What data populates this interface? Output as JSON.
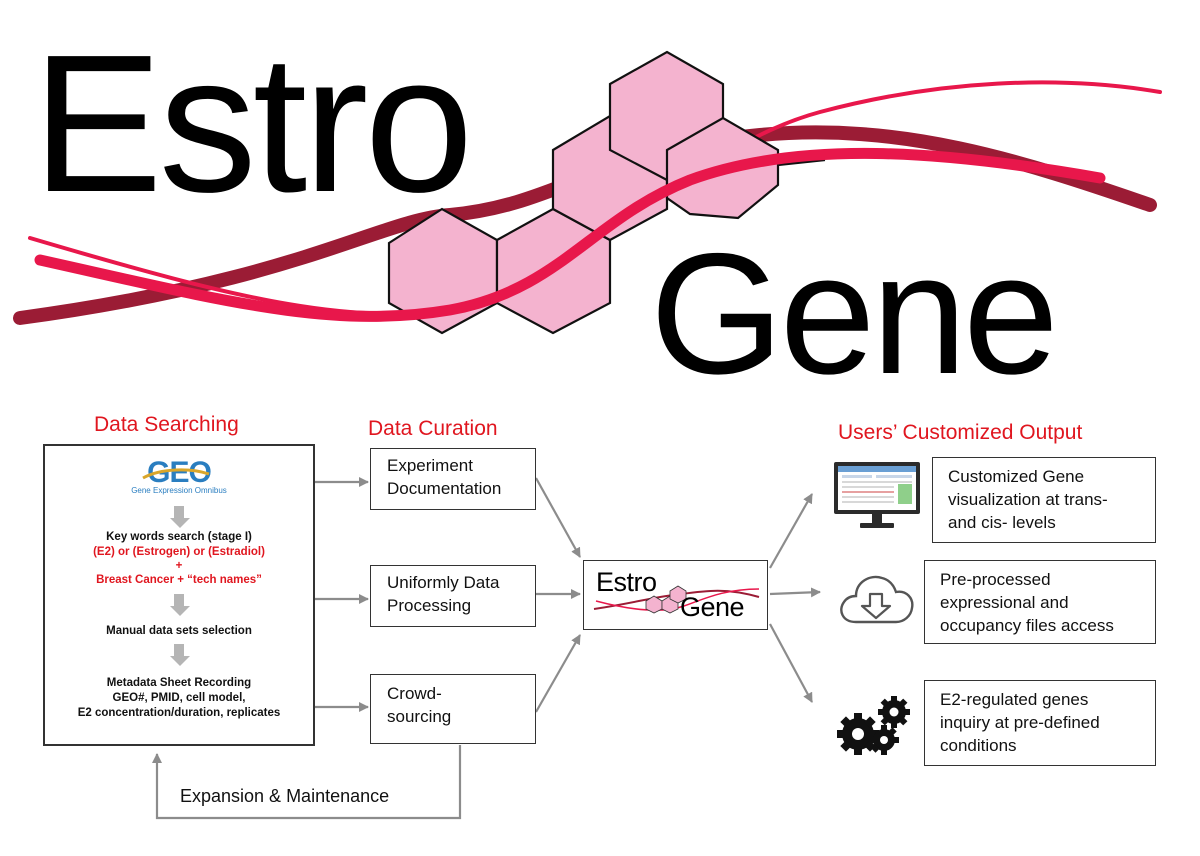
{
  "logo": {
    "word_top": "Estro",
    "word_bottom": "Gene"
  },
  "sections": {
    "searching": "Data Searching",
    "curation": "Data Curation",
    "output": "Users’ Customized Output"
  },
  "geo": {
    "logo_text": "GEO",
    "subtitle": "Gene Expression Omnibus"
  },
  "search_steps": {
    "keywords_title": "Key words search (stage I)",
    "keywords_terms": "(E2) or (Estrogen) or (Estradiol)",
    "plus": "+",
    "keywords_cancer": "Breast Cancer + “tech names”",
    "manual": "Manual data sets selection",
    "metadata_1": "Metadata Sheet Recording",
    "metadata_2": "GEO#, PMID, cell model,",
    "metadata_3": "E2 concentration/duration, replicates"
  },
  "curation": {
    "experiment_1": "Experiment",
    "experiment_2": "Documentation",
    "uniform_1": "Uniformly Data",
    "uniform_2": "Processing",
    "crowd_1": "Crowd-",
    "crowd_2": "sourcing"
  },
  "center_logo": {
    "top": "Estro",
    "bottom": "Gene"
  },
  "outputs": {
    "visualization_1": "Customized Gene",
    "visualization_2": "visualization at trans-",
    "visualization_3": "and cis- levels",
    "files_1": "Pre-processed",
    "files_2": "expressional and",
    "files_3": "occupancy files access",
    "inquiry_1": "E2-regulated genes",
    "inquiry_2": "inquiry at pre-defined",
    "inquiry_3": "conditions"
  },
  "feedback": "Expansion & Maintenance",
  "colors": {
    "accent_red": "#e0161f",
    "hexagon_fill": "#f4b3cf",
    "ribbon_crimson": "#e8174b",
    "ribbon_dark": "#9b1c35",
    "arrow_gray": "#8c8c8c"
  }
}
